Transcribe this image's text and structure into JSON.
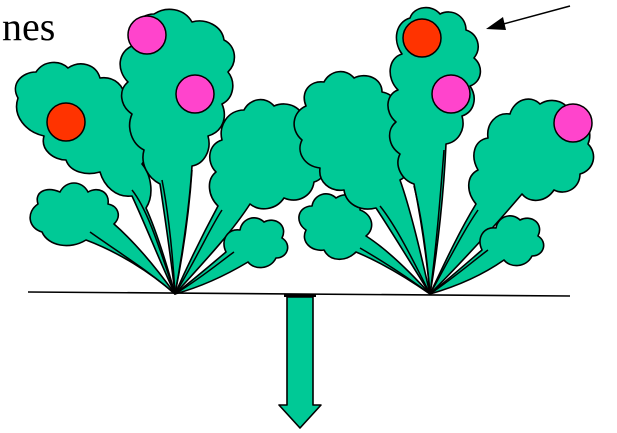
{
  "diagram": {
    "cut_label": "nes",
    "colors": {
      "leaf_fill": "#00C996",
      "outline": "#000000",
      "dot_red": "#FF3300",
      "dot_pink": "#FF44CC",
      "background": "#FFFFFF"
    },
    "plants": [
      {
        "name": "left-rosette",
        "dots": [
          {
            "name": "pink-dot",
            "color": "pink"
          },
          {
            "name": "pink-dot",
            "color": "pink"
          },
          {
            "name": "red-dot",
            "color": "red"
          }
        ]
      },
      {
        "name": "right-rosette",
        "dots": [
          {
            "name": "red-dot",
            "color": "red"
          },
          {
            "name": "pink-dot",
            "color": "pink"
          },
          {
            "name": "pink-dot",
            "color": "pink"
          }
        ]
      }
    ],
    "icons": {
      "pointer": "pointer-arrow-icon",
      "down_arrow": "down-arrow-icon"
    }
  }
}
